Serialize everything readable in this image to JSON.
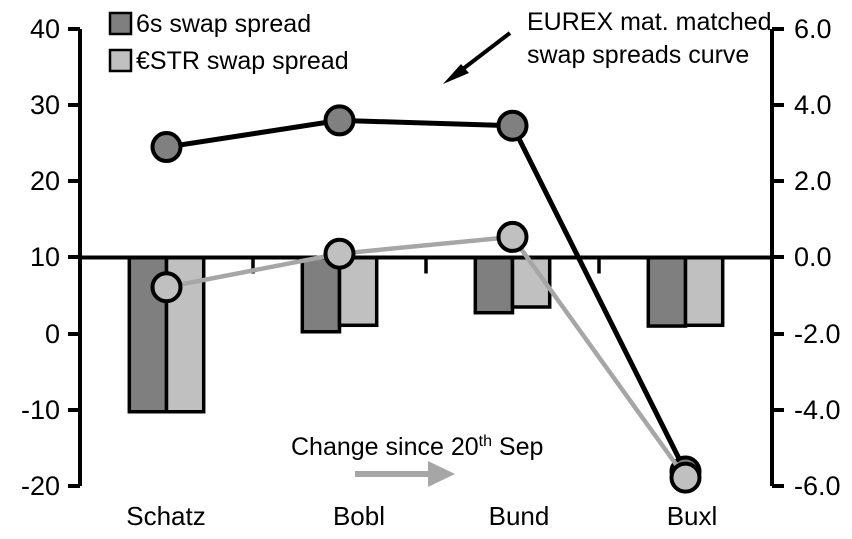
{
  "chart_data": {
    "type": "bar",
    "title": "",
    "xlabel": "",
    "categories": [
      "Schatz",
      "Bobl",
      "Bund",
      "Buxl"
    ],
    "grid": false,
    "legend_position": "top-left",
    "left_axis": {
      "label": "",
      "ylim": [
        -20,
        40
      ],
      "ticks": [
        40,
        30,
        20,
        10,
        0,
        -10,
        -20
      ],
      "tick_labels": [
        "40",
        "30",
        "20",
        "10",
        "0",
        "-10",
        "-20"
      ]
    },
    "right_axis": {
      "label": "",
      "ylim": [
        -6.0,
        6.0
      ],
      "ticks": [
        6.0,
        4.0,
        2.0,
        0.0,
        -2.0,
        -4.0,
        -6.0
      ],
      "tick_labels": [
        "6.0",
        "4.0",
        "2.0",
        "0.0",
        "-2.0",
        "-4.0",
        "-6.0"
      ]
    },
    "bar_series": [
      {
        "name": "6s swap spread",
        "axis": "right",
        "color": "#7f7f7f",
        "values": [
          -4.05,
          -1.95,
          -1.45,
          -1.8
        ]
      },
      {
        "name": "€STR swap spread",
        "axis": "right",
        "color": "#c0c0c0",
        "values": [
          -4.05,
          -1.78,
          -1.3,
          -1.78
        ]
      }
    ],
    "line_series": [
      {
        "name": "EUREX mat. matched swap spreads curve",
        "axis": "left",
        "color": "#000000",
        "marker_fill": "#808080",
        "values": [
          24.5,
          28.0,
          27.3,
          -18.1
        ]
      },
      {
        "name": "Change since 20th Sep",
        "axis": "left",
        "color": "#a6a6a6",
        "marker_fill": "#c0c0c0",
        "values": [
          6.1,
          10.5,
          12.7,
          -18.9
        ]
      }
    ]
  },
  "legend": {
    "items": [
      {
        "label": "6s swap spread",
        "color": "#7f7f7f"
      },
      {
        "label": "€STR swap spread",
        "color": "#c0c0c0"
      }
    ]
  },
  "annotations": {
    "curve_note": {
      "line1": "EUREX mat. matched",
      "line2": "swap spreads curve"
    },
    "change_note": {
      "prefix": "Change since 20",
      "sup": "th",
      "suffix": " Sep"
    }
  }
}
